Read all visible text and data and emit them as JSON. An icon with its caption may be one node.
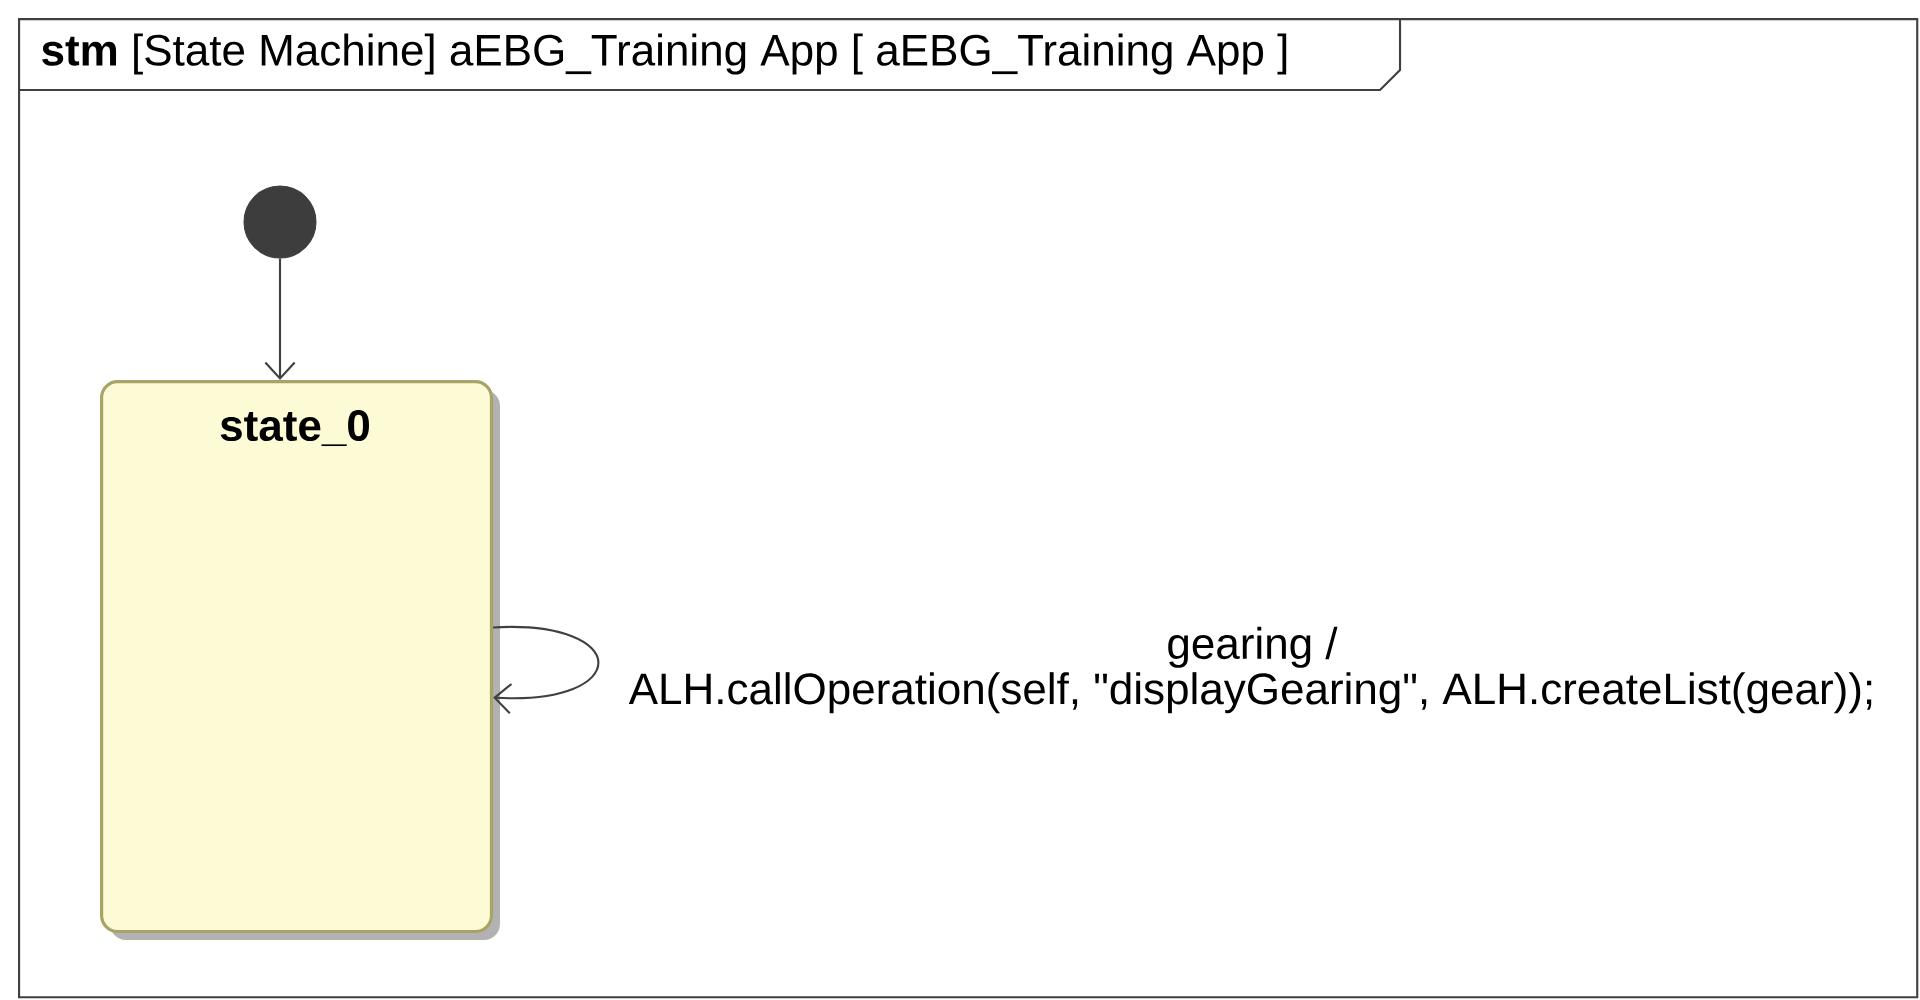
{
  "diagram": {
    "nodes": [
      {
        "text": [
          "**stm** [State Machine] aEBG_Training App [ aEBG_Training App ]"
        ]
      },
      {
        "text": [],
        "shape": "circle",
        "in": 0
      },
      {
        "text": [
          "state_0"
        ],
        "in": 0
      }
    ],
    "edges": [
      {
        "from": 1,
        "to": 2,
        "arrow": "to"
      },
      {
        "from": 2,
        "to": 2,
        "arrow": "to",
        "label": "gearing / ALH.callOperation(self, \"displayGearing\", ALH.createList(gear));"
      }
    ]
  }
}
